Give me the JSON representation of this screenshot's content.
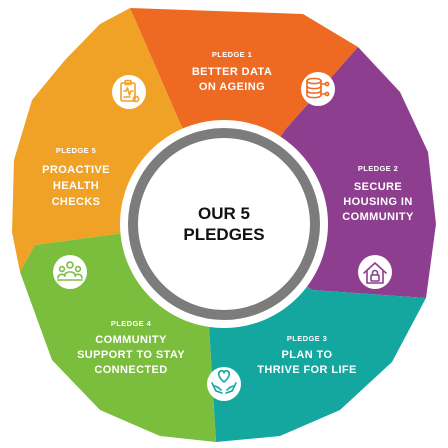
{
  "center": {
    "line1": "OUR 5",
    "line2": "PLEDGES"
  },
  "pledges": [
    {
      "number": "PLEDGE 1",
      "lines": [
        "BETTER DATA",
        "ON AGEING"
      ],
      "icon": "database-icon",
      "color": "#ee6a22"
    },
    {
      "number": "PLEDGE 2",
      "lines": [
        "SECURE",
        "HOUSING IN",
        "COMMUNITY"
      ],
      "icon": "house-lock-icon",
      "color": "#8d3e8e"
    },
    {
      "number": "PLEDGE 3",
      "lines": [
        "PLAN TO",
        "THRIVE FOR LIFE"
      ],
      "icon": "hands-heart-icon",
      "color": "#14a79f"
    },
    {
      "number": "PLEDGE 4",
      "lines": [
        "COMMUNITY",
        "SUPPORT TO STAY",
        "CONNECTED"
      ],
      "icon": "community-people-icon",
      "color": "#7bbd3c"
    },
    {
      "number": "PLEDGE 5",
      "lines": [
        "PROACTIVE",
        "HEALTH",
        "CHECKS"
      ],
      "icon": "clipboard-health-icon",
      "color": "#f0a227"
    }
  ],
  "colors": {
    "inner_ring": "#7c7c7c",
    "background": "#ffffff"
  }
}
